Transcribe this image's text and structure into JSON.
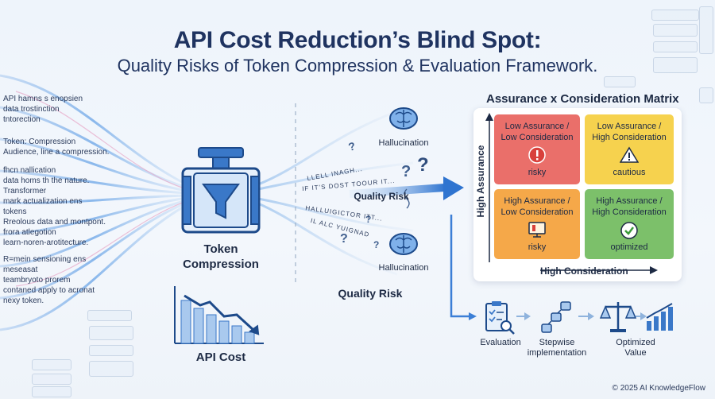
{
  "title": {
    "main": "API Cost Reduction’s Blind Spot:",
    "sub": "Quality Risks of Token Compression & Evaluation Framework."
  },
  "left_stream_text": [
    "API hamns s enopsien",
    "data trostinction",
    "tntorection",
    "Token: Compression",
    "Audience, line a compression.",
    "fhcn nallication",
    "data homs th the nature.",
    "Transformer",
    "mark actualization ens",
    "tokens",
    "Rreolous data and montpont.",
    "frora atlegotion",
    "learn-noren-arotitecture.",
    "R=mein sensioning ens",
    "meseasat",
    "teambryoto prorem",
    "contaned apply to acronat",
    "nexy token."
  ],
  "compressed_text": [
    "LLELL INAGH...",
    "IF IT'S DOST TOOUR IT...",
    "HALLUIGICTOR ITT...",
    "IL ALC YUIGNAD"
  ],
  "compression": {
    "label_line1": "Token",
    "label_line2": "Compression",
    "cost_label": "API Cost"
  },
  "risks": {
    "hallucination_top": "Hallucination",
    "quality_risk_mid": "Quality Risk",
    "hallucination_bottom": "Hallucination",
    "quality_risk_bottom": "Quality Risk"
  },
  "matrix": {
    "title": "Assurance x Consideration Matrix",
    "y_axis": "High Assurance",
    "x_axis": "High Consideration",
    "cells": [
      {
        "line1": "Low Assurance /",
        "line2": "Low Consideration",
        "status": "risky"
      },
      {
        "line1": "Low Assurance /",
        "line2": "High Consideration",
        "status": "cautious"
      },
      {
        "line1": "High Assurance /",
        "line2": "Low Consideration",
        "status": "risky"
      },
      {
        "line1": "High Assurance /",
        "line2": "High Consideration",
        "status": "optimized"
      }
    ]
  },
  "flow": {
    "step1": "Evaluation",
    "step2_line1": "Stepwise",
    "step2_line2": "implementation",
    "step3_line1": "Optimized",
    "step3_line2": "Value"
  },
  "footer": "© 2025 AI KnowledgeFlow",
  "colors": {
    "title": "#1f3360",
    "accent_blue": "#3c7fd6",
    "cell_red": "#ea6f6a",
    "cell_yellow": "#f6d24e",
    "cell_orange": "#f5a849",
    "cell_green": "#7cc06a"
  },
  "icons": [
    "funnel-icon",
    "brain-icon",
    "alert-icon",
    "warning-icon",
    "monitor-icon",
    "checkmark-icon",
    "clipboard-icon",
    "steps-icon",
    "scale-icon",
    "bar-chart-icon"
  ]
}
